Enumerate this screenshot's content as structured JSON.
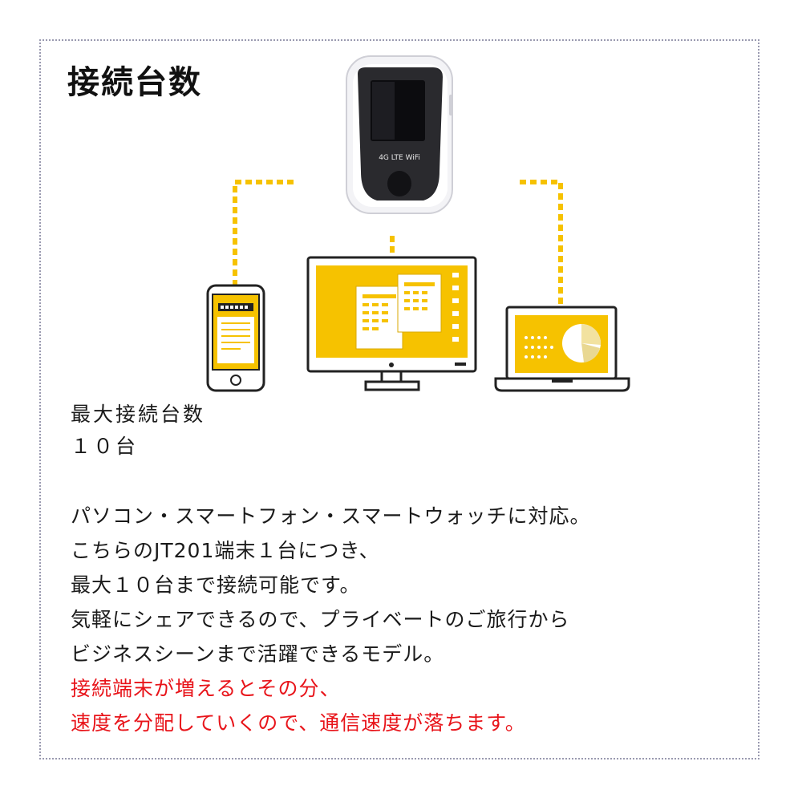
{
  "title": "接続台数",
  "router": {
    "screen_label": "4G LTE WiFi"
  },
  "spec": {
    "label": "最大接続台数",
    "value": "１０台"
  },
  "description": {
    "lines": [
      "パソコン・スマートフォン・スマートウォッチに対応。",
      "こちらのJT201端末１台につき、",
      "最大１０台まで接続可能です。",
      "気軽にシェアできるので、プライベートのご旅行から",
      "ビジネスシーンまで活躍できるモデル。"
    ],
    "warning_lines": [
      "接続端末が増えるとその分、",
      "速度を分配していくので、通信速度が落ちます。"
    ]
  },
  "colors": {
    "accent": "#f6c200",
    "warning": "#e8141a",
    "frame": "#9a9ab0"
  }
}
